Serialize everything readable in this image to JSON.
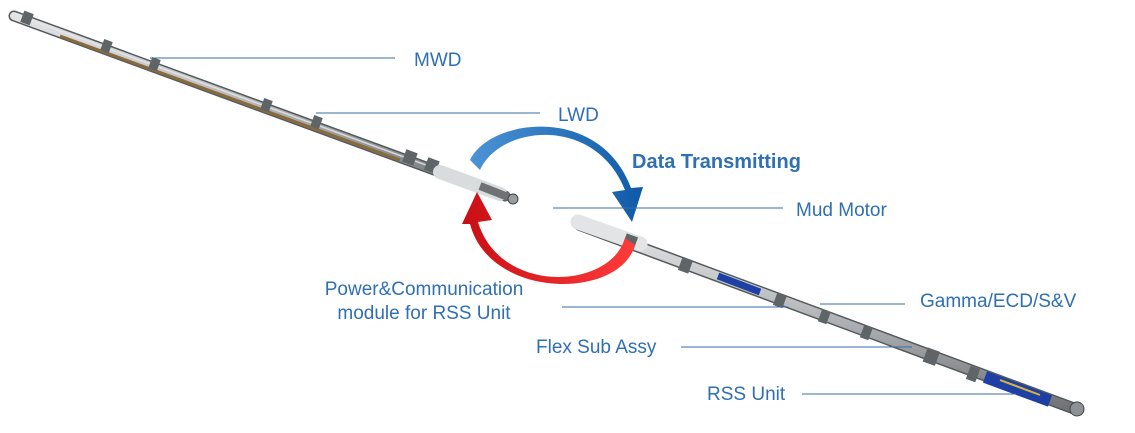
{
  "title": "Data Transmitting",
  "labels": {
    "mwd": "MWD",
    "lwd": "LWD",
    "mud_motor": "Mud Motor",
    "power_comm_line1": "Power&Communication",
    "power_comm_line2": "module for RSS Unit",
    "gamma": "Gamma/ECD/S&V",
    "flex_sub": "Flex Sub Assy",
    "rss_unit": "RSS Unit"
  },
  "colors": {
    "label_text": "#2f6fb3",
    "leader_line": "#3a6ea5",
    "arrow_blue": "#1f6fb5",
    "arrow_red": "#e0161b",
    "tool_body": "#9a9d9f",
    "tool_core": "#8a6a3a",
    "tool_blue_section": "#1e3fa3"
  }
}
